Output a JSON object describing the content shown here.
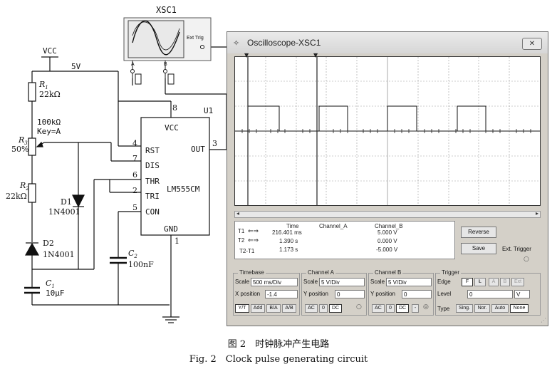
{
  "xsc": {
    "title": "XSC1",
    "ext_trig": "Ext Trig",
    "term_a": "A",
    "term_b": "B"
  },
  "circuit": {
    "vcc": "VCC",
    "supply": "5V",
    "r1_name": "R",
    "r1_sub": "1",
    "r1_value": "22kΩ",
    "r3_value": "100kΩ",
    "r3_key": "Key=A",
    "r3_name": "R",
    "r3_sub": "3",
    "r3_percent": "50%",
    "r2_name": "R",
    "r2_sub": "2",
    "r2_value": "22kΩ",
    "d1_name": "D1",
    "d1_part": "1N4001",
    "d2_name": "D2",
    "d2_part": "1N4001",
    "c1_name": "C",
    "c1_sub": "1",
    "c1_value": "10μF",
    "c2_name": "C",
    "c2_sub": "2",
    "c2_value": "100nF",
    "u1": "U1",
    "chip": {
      "name": "LM555CM",
      "vcc": "VCC",
      "rst": "RST",
      "dis": "DIS",
      "thr": "THR",
      "tri": "TRI",
      "con": "CON",
      "out": "OUT",
      "gnd": "GND"
    },
    "pins": {
      "p8": "8",
      "p4": "4",
      "p7": "7",
      "p6": "6",
      "p2": "2",
      "p5": "5",
      "p3": "3",
      "p1": "1"
    }
  },
  "scope": {
    "title": "Oscilloscope-XSC1",
    "close": "✕",
    "readout": {
      "h_time": "Time",
      "h_cha": "Channel_A",
      "h_chb": "Channel_B",
      "t1_label": "T1",
      "t2_label": "T2",
      "t21_label": "T2-T1",
      "t1_time": "216.401 ms",
      "t1_b": "5.000 V",
      "t2_time": "1.390 s",
      "t2_b": "0.000 V",
      "d_time": "1.173 s",
      "d_b": "-5.000 V"
    },
    "reverse": "Reverse",
    "save": "Save",
    "ext_trigger": "Ext. Trigger",
    "timebase": {
      "title": "Timebase",
      "scale_label": "Scale",
      "scale": "500 ms/Div",
      "xpos_label": "X position",
      "xpos": "-1.4",
      "yt": "Y/T",
      "add": "Add",
      "ba": "B/A",
      "ab": "A/B"
    },
    "channel_a": {
      "title": "Channel A",
      "scale_label": "Scale",
      "scale": "5 V/Div",
      "ypos_label": "Y position",
      "ypos": "0",
      "ac": "AC",
      "zero": "0",
      "dc": "DC"
    },
    "channel_b": {
      "title": "Channel B",
      "scale_label": "Scale",
      "scale": "5 V/Div",
      "ypos_label": "Y position",
      "ypos": "0",
      "ac": "AC",
      "zero": "0",
      "dc": "DC",
      "minus": "-"
    },
    "trigger": {
      "title": "Trigger",
      "edge_label": "Edge",
      "edge_rise": "F",
      "edge_fall": "Ł",
      "a": "A",
      "b": "B",
      "ext": "Ext",
      "level_label": "Level",
      "level": "0",
      "unit": "V",
      "type_label": "Type",
      "sing": "Sing.",
      "nor": "Nor.",
      "auto": "Auto",
      "none": "None"
    }
  },
  "caption": {
    "cn": "图 2　时钟脉冲产生电路",
    "en": "Fig. 2　Clock pulse generating circuit"
  }
}
